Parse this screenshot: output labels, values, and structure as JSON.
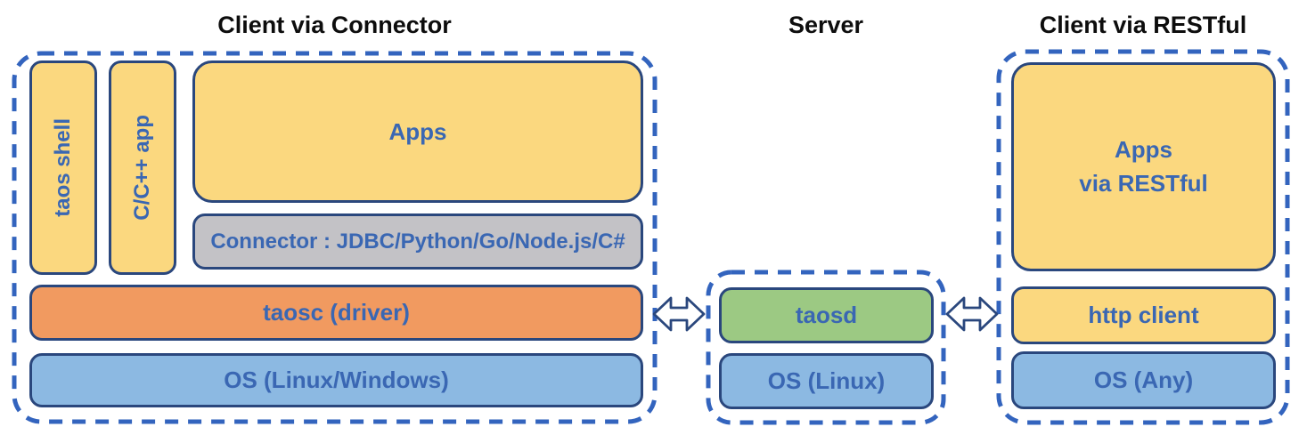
{
  "colors": {
    "yellow_fill": "#fbd87f",
    "orange_fill": "#f19a60",
    "blue_fill": "#8cb9e2",
    "green_fill": "#9cc983",
    "gray_fill": "#c3c2c6",
    "dash_border": "#3364be",
    "box_border": "#2a477d",
    "label_blue": "#3a67b3",
    "title_color": "#0d0d0d"
  },
  "sections": {
    "connector_client": {
      "title": "Client via Connector",
      "taos_shell": "taos shell",
      "cpp_app": "C/C++ app",
      "apps": "Apps",
      "connector": "Connector : JDBC/Python/Go/Node.js/C#",
      "taosc": "taosc (driver)",
      "os": "OS (Linux/Windows)"
    },
    "server": {
      "title": "Server",
      "taosd": "taosd",
      "os": "OS (Linux)"
    },
    "restful_client": {
      "title": "Client via RESTful",
      "apps": "Apps\nvia RESTful",
      "http_client": "http client",
      "os": "OS (Any)"
    }
  },
  "icons": {
    "left_link": "bidirectional-arrow",
    "right_link": "bidirectional-arrow"
  }
}
